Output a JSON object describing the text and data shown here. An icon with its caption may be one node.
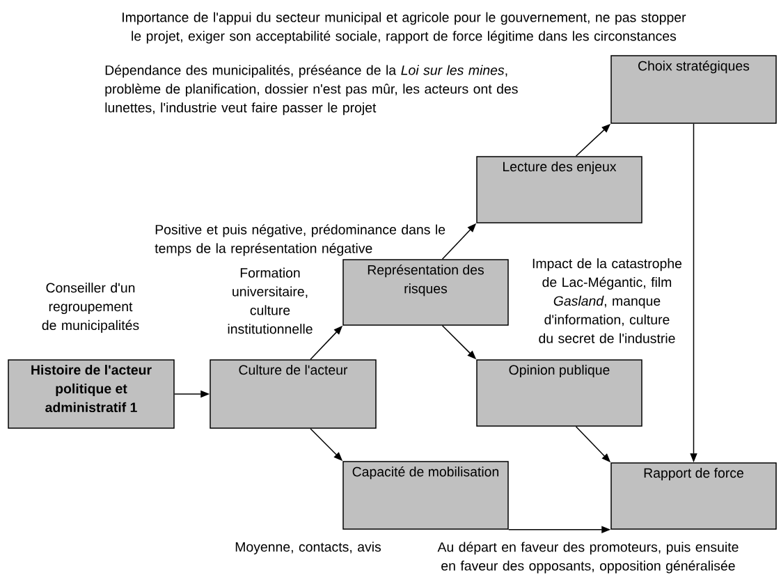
{
  "diagram": {
    "nodes": [
      {
        "text": [
          "Histoire de l'acteur politique et administratif 1"
        ],
        "beside": [
          "Conseiller d'un regroupement de municipalités"
        ]
      },
      {
        "text": [
          "Culture de l'acteur"
        ]
      },
      {
        "text": [
          "Représentation des risques"
        ],
        "beside": [
          "Positive et puis négative, prédominance dans le temps de la représentation négative"
        ]
      },
      {
        "text": [
          "Lecture des enjeux"
        ]
      },
      {
        "text": [
          "Choix stratégiques"
        ],
        "beside": [
          "Importance de l'appui du secteur municipal et agricole pour le gouvernement, ne pas stopper le projet, exiger son acceptabilité sociale, rapport de force légitime dans les circonstances"
        ]
      },
      {
        "text": [
          "Opinion publique"
        ],
        "beside": [
          "Impact de la catastrophe de Lac-Mégantic, film *Gasland*, manque d'information, culture du secret de l'industrie"
        ]
      },
      {
        "text": [
          "Capacité de mobilisation"
        ],
        "beside": [
          "Moyenne, contacts, avis"
        ]
      },
      {
        "text": [
          "Rapport de force"
        ],
        "beside": [
          "Au départ en faveur des promoteurs, puis ensuite en faveur des opposants, opposition généralisée"
        ]
      }
    ],
    "edges": [
      {
        "from": 0,
        "to": 1,
        "arrow": "to"
      },
      {
        "from": 1,
        "to": 2,
        "arrow": "to"
      },
      {
        "from": 1,
        "to": 6,
        "arrow": "to"
      },
      {
        "from": 2,
        "to": 3,
        "arrow": "to"
      },
      {
        "from": 2,
        "to": 5,
        "arrow": "to"
      },
      {
        "from": 3,
        "to": 4,
        "arrow": "to"
      },
      {
        "from": 4,
        "to": 7,
        "arrow": "to"
      },
      {
        "from": 5,
        "to": 7,
        "arrow": "to"
      },
      {
        "from": 6,
        "to": 7,
        "arrow": "to"
      }
    ],
    "labels": [
      "Dépendance des municipalités, préséance de la *Loi sur les mines*, problème de planification, dossier n'est pas mûr, les acteurs ont des lunettes, l'industrie veut faire passer le projet",
      "Formation universitaire, culture institutionnelle"
    ]
  }
}
